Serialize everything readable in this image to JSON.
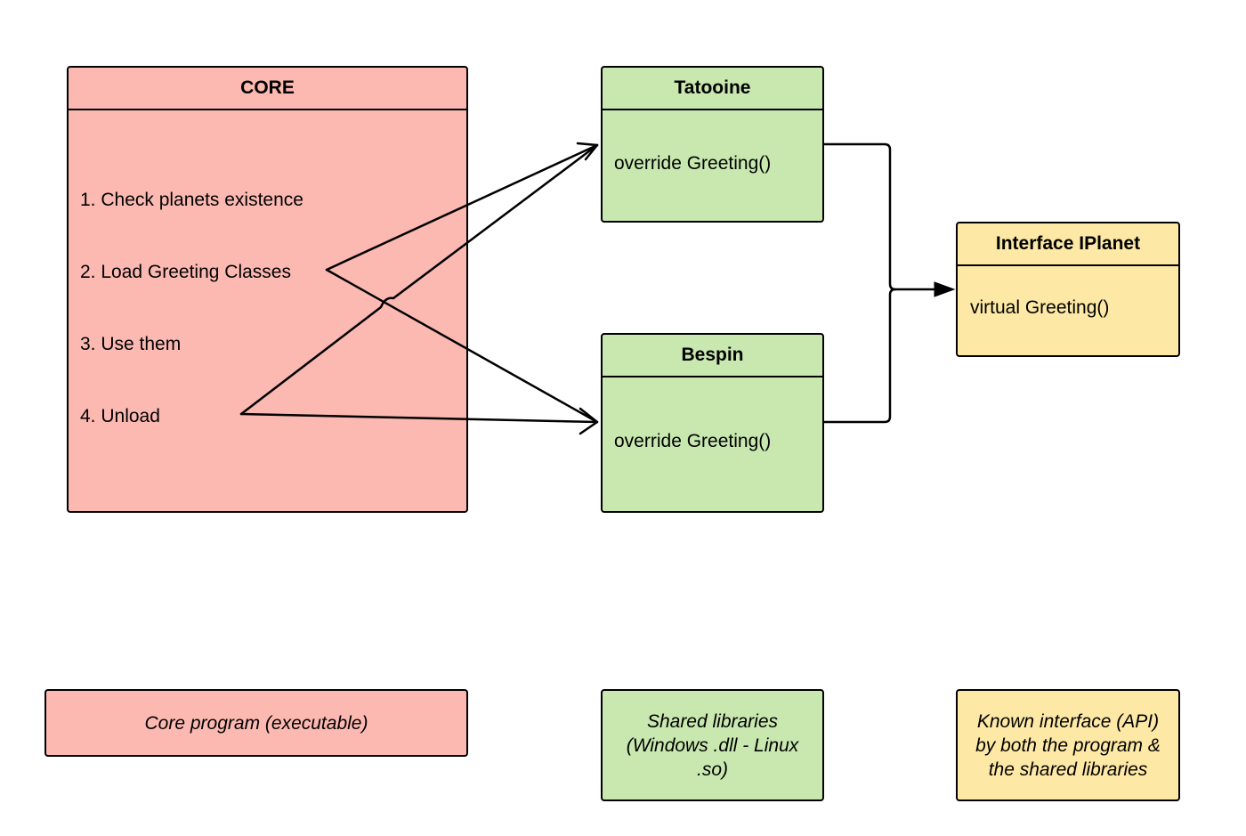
{
  "colors": {
    "core": "#fcb9b2",
    "library": "#c8e8b0",
    "interface": "#fde8a5",
    "stroke": "#000000"
  },
  "core": {
    "title": "CORE",
    "steps": [
      "1. Check planets existence",
      "2. Load Greeting Classes",
      "3. Use them",
      "4. Unload"
    ]
  },
  "tatooine": {
    "title": "Tatooine",
    "method": "override Greeting()"
  },
  "bespin": {
    "title": "Bespin",
    "method": "override Greeting()"
  },
  "iplanet": {
    "title": "Interface IPlanet",
    "method": "virtual Greeting()"
  },
  "legend": {
    "core": "Core program (executable)",
    "shared": "Shared libraries (Windows .dll - Linux .so)",
    "interface": "Known interface (API) by both the program & the shared libraries"
  }
}
